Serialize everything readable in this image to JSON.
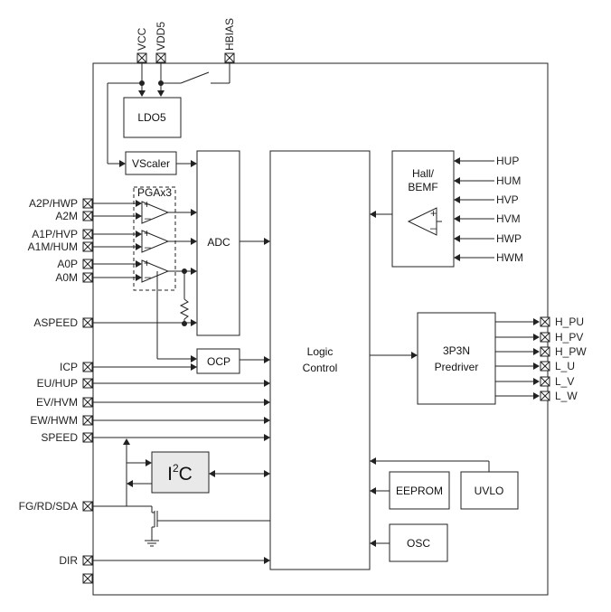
{
  "top_pins": {
    "vcc": "VCC",
    "vdd5": "VDD5",
    "hbias": "HBIAS"
  },
  "left_pins": {
    "a2p": "A2P/HWP",
    "a2m": "A2M",
    "a1p": "A1P/HVP",
    "a1m": "A1M/HUM",
    "a0p": "A0P",
    "a0m": "A0M",
    "aspeed": "ASPEED",
    "icp": "ICP",
    "euhup": "EU/HUP",
    "evhvm": "EV/HVM",
    "ewhwm": "EW/HWM",
    "speed": "SPEED",
    "fg": "FG/RD/SDA",
    "dir": "DIR"
  },
  "right_pins": {
    "hpu": "H_PU",
    "hpv": "H_PV",
    "hpw": "H_PW",
    "lu": "L_U",
    "lv": "L_V",
    "lw": "L_W"
  },
  "hall_inputs": {
    "hup": "HUP",
    "hum": "HUM",
    "hvp": "HVP",
    "hvm": "HVM",
    "hwp": "HWP",
    "hwm": "HWM"
  },
  "blocks": {
    "ldo5": "LDO5",
    "vscaler": "VScaler",
    "pga": "PGAx3",
    "adc": "ADC",
    "ocp": "OCP",
    "logic_line1": "Logic",
    "logic_line2": "Control",
    "hall_line1": "Hall/",
    "hall_line2": "BEMF",
    "pre_line1": "3P3N",
    "pre_line2": "Predriver",
    "i2c_main": "I",
    "i2c_sup": "2",
    "i2c_tail": "C",
    "eeprom": "EEPROM",
    "uvlo": "UVLO",
    "osc": "OSC"
  }
}
